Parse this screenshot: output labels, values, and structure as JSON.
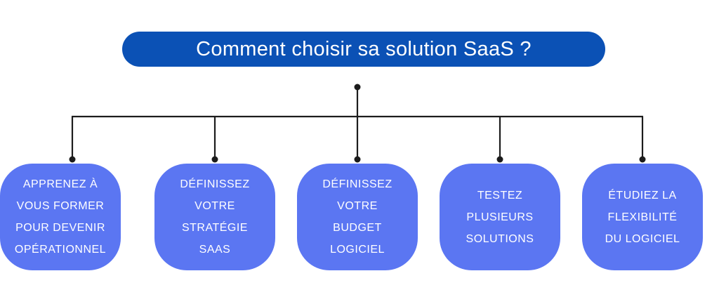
{
  "title": "Comment choisir sa solution SaaS ?",
  "colors": {
    "page_bg": "#ffffff",
    "header_bg": "#0b51b5",
    "box_bg": "#5b76f2",
    "connector": "#1c1c1c",
    "text_on_blue": "#ffffff"
  },
  "steps": [
    {
      "lines": [
        "DÉFINISSEZ",
        "VOTRE",
        "STRATÉGIE",
        "SAAS"
      ]
    },
    {
      "lines": [
        "DÉFINISSEZ",
        "VOTRE",
        "BUDGET",
        "LOGICIEL"
      ]
    },
    {
      "lines": [
        "TESTEZ",
        "PLUSIEURS",
        "SOLUTIONS"
      ]
    },
    {
      "lines": [
        "ÉTUDIEZ LA",
        "FLEXIBILITÉ",
        "DU LOGICIEL"
      ]
    },
    {
      "lines": [
        "APPRENEZ À",
        "VOUS FORMER",
        "POUR DEVENIR",
        "OPÉRATIONNEL"
      ]
    }
  ]
}
